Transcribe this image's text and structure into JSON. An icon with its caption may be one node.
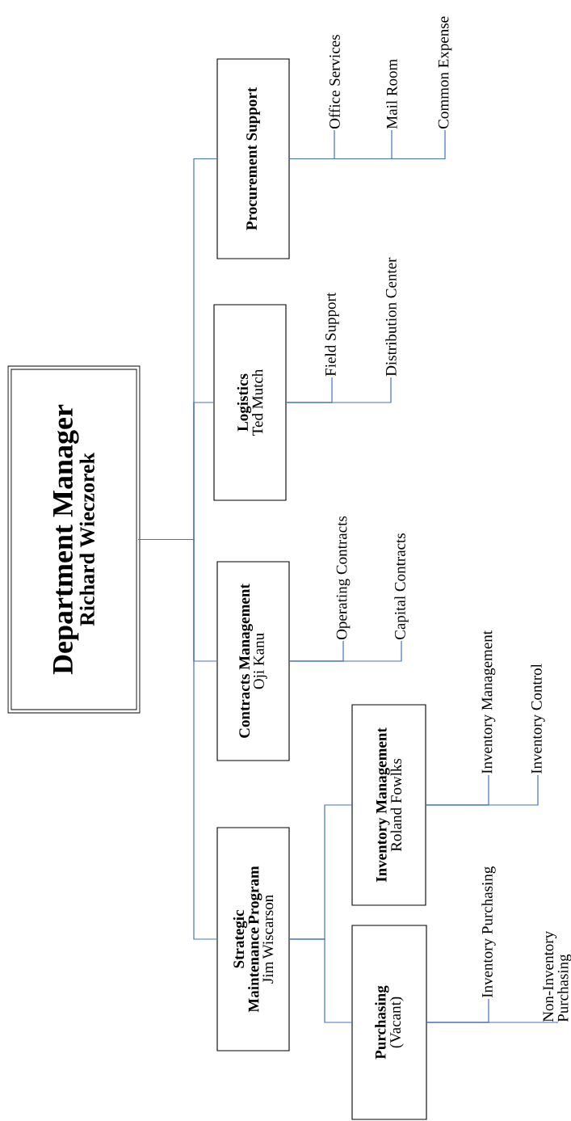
{
  "diagram": {
    "nodes": [
      {
        "text": [
          "Department Manager",
          "Richard Wieczorek"
        ]
      },
      {
        "text": [
          "Strategic Maintenance Program",
          "Jim Wiscarson"
        ]
      },
      {
        "text": [
          "Contracts Management",
          "Oji Kanu"
        ]
      },
      {
        "text": [
          "Logistics",
          "Ted Mutch"
        ]
      },
      {
        "text": [
          "Procurement Support"
        ]
      },
      {
        "text": [
          "Purchasing",
          "(Vacant)"
        ]
      },
      {
        "text": [
          "Inventory Management",
          "Roland Fowlks"
        ]
      },
      {
        "text": [
          "Inventory Purchasing"
        ]
      },
      {
        "text": [
          "Non-Inventory Purchasing"
        ]
      },
      {
        "text": [
          "Inventory Management"
        ]
      },
      {
        "text": [
          "Inventory Control"
        ]
      },
      {
        "text": [
          "Operating Contracts"
        ]
      },
      {
        "text": [
          "Capital Contracts"
        ]
      },
      {
        "text": [
          "Field Support"
        ]
      },
      {
        "text": [
          "Distribution Center"
        ]
      },
      {
        "text": [
          "Office Services"
        ]
      },
      {
        "text": [
          "Mail Room"
        ]
      },
      {
        "text": [
          "Common Expense"
        ]
      }
    ],
    "edges": [
      {
        "from": 0,
        "to": 1,
        "arrow": "none"
      },
      {
        "from": 0,
        "to": 2,
        "arrow": "none"
      },
      {
        "from": 0,
        "to": 3,
        "arrow": "none"
      },
      {
        "from": 0,
        "to": 4,
        "arrow": "none"
      },
      {
        "from": 1,
        "to": 5,
        "arrow": "none"
      },
      {
        "from": 1,
        "to": 6,
        "arrow": "none"
      },
      {
        "from": 5,
        "to": 7,
        "arrow": "none"
      },
      {
        "from": 5,
        "to": 8,
        "arrow": "none"
      },
      {
        "from": 6,
        "to": 9,
        "arrow": "none"
      },
      {
        "from": 6,
        "to": 10,
        "arrow": "none"
      },
      {
        "from": 2,
        "to": 11,
        "arrow": "none"
      },
      {
        "from": 2,
        "to": 12,
        "arrow": "none"
      },
      {
        "from": 3,
        "to": 13,
        "arrow": "none"
      },
      {
        "from": 3,
        "to": 14,
        "arrow": "none"
      },
      {
        "from": 4,
        "to": 15,
        "arrow": "none"
      },
      {
        "from": 4,
        "to": 16,
        "arrow": "none"
      },
      {
        "from": 4,
        "to": 17,
        "arrow": "none"
      }
    ]
  }
}
